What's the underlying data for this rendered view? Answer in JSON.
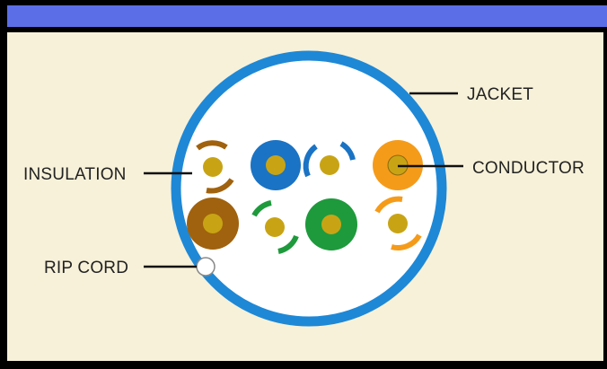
{
  "labels": {
    "jacket": "JACKET",
    "insulation": "INSULATION",
    "conductor": "CONDUCTOR",
    "rip_cord": "RIP CORD"
  },
  "colors": {
    "header": "#5b6ee8",
    "background": "#f7f1d9",
    "jacket": "#1e88d6",
    "copper": "#c8a415",
    "orange": "#f59b1a",
    "brown": "#a0620e",
    "blue": "#1a73c4",
    "green": "#1e9a3c"
  }
}
